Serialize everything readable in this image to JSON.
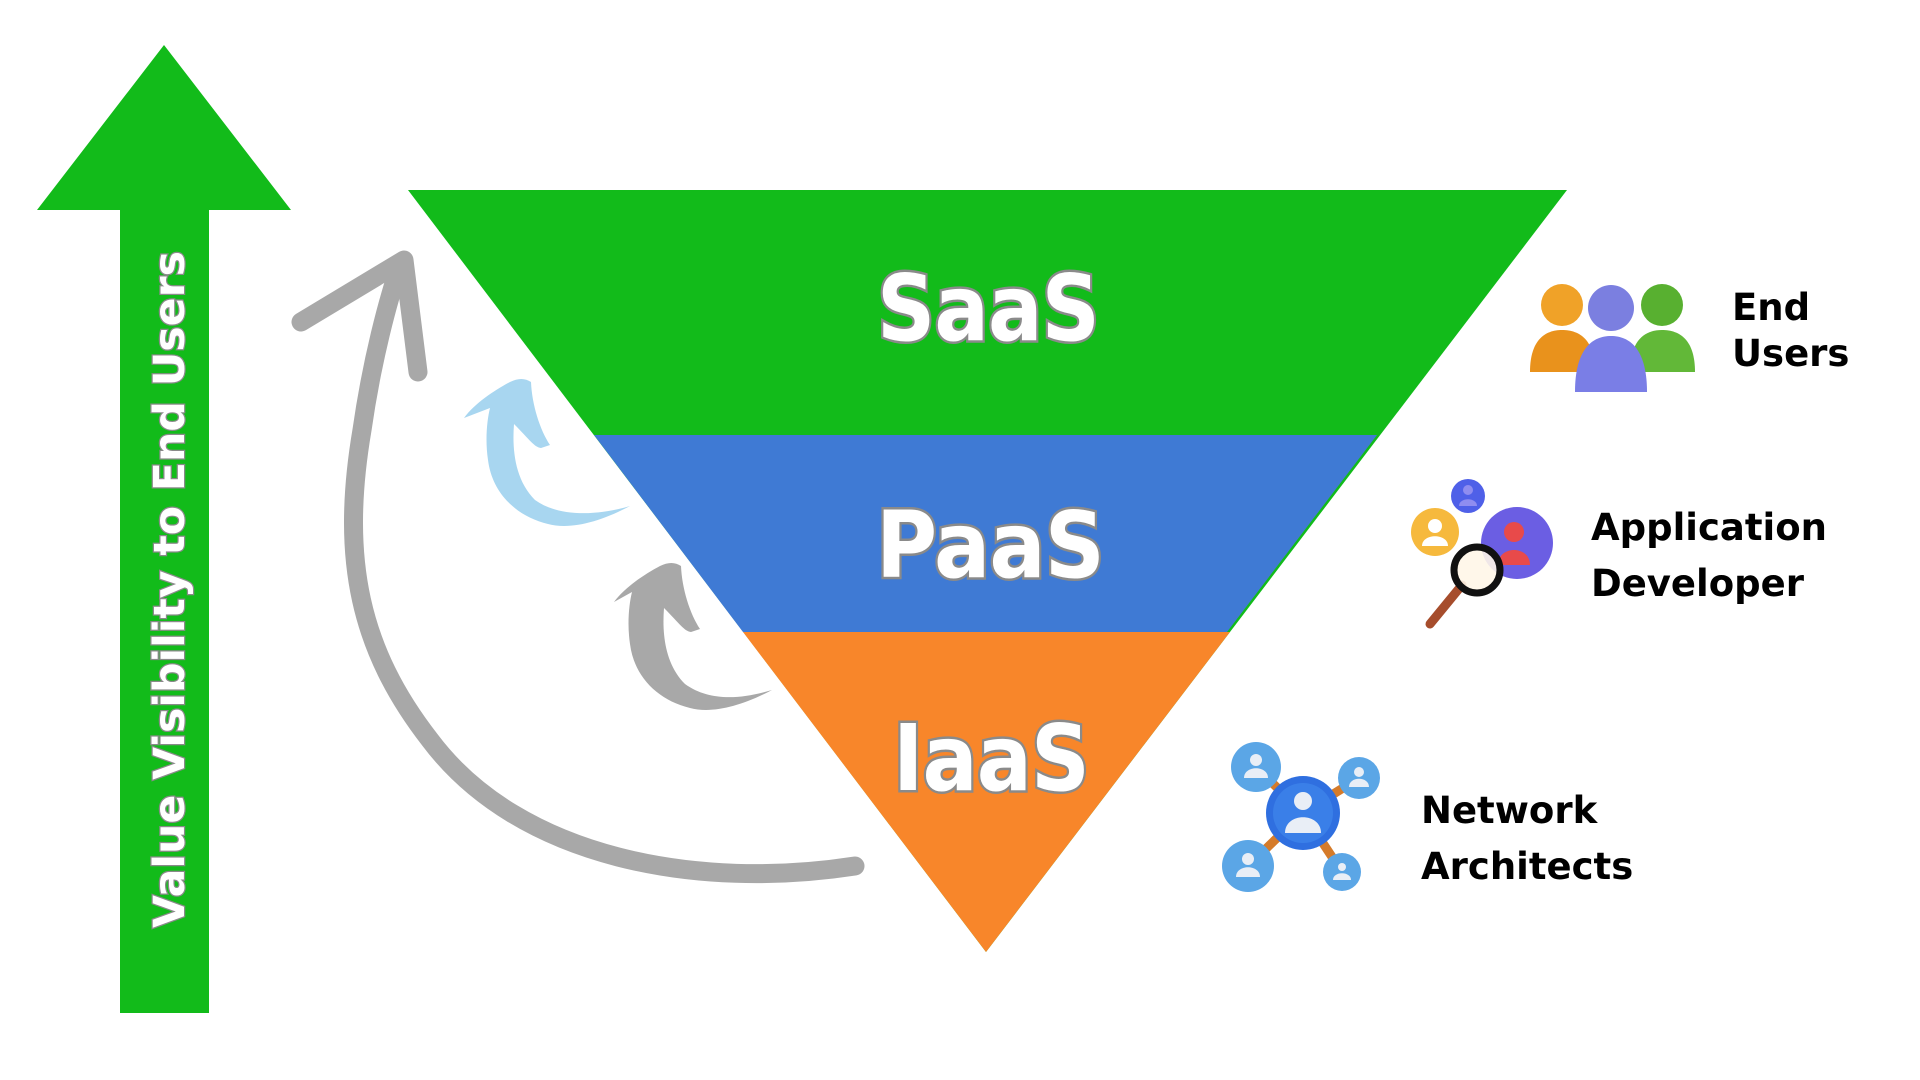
{
  "diagram": {
    "type": "cloud-service-model-pyramid",
    "axis_arrow": {
      "label": "Value Visibility to End Users",
      "direction": "up",
      "color": "#12bb1a"
    },
    "layers": [
      {
        "name": "SaaS",
        "label": "SaaS",
        "color": "#12bb1a",
        "audience": "End Users"
      },
      {
        "name": "PaaS",
        "label": "PaaS",
        "color": "#3f7ad4",
        "audience": "Application Developer"
      },
      {
        "name": "IaaS",
        "label": "IaaS",
        "color": "#f8862a",
        "audience": "Network Architects"
      }
    ],
    "roles": [
      {
        "icon": "users-group-icon",
        "line1": "End",
        "line2": "Users"
      },
      {
        "icon": "developer-search-icon",
        "line1": "Application",
        "line2": "Developer"
      },
      {
        "icon": "network-icon",
        "line1": "Network",
        "line2": "Architects"
      }
    ],
    "curved_arrows": [
      {
        "name": "large-curved-arrow",
        "color": "#a8a8a8"
      },
      {
        "name": "small-curved-arrow-upper",
        "color": "#a8d6f0"
      },
      {
        "name": "small-curved-arrow-lower",
        "color": "#a8a8a8"
      }
    ]
  }
}
